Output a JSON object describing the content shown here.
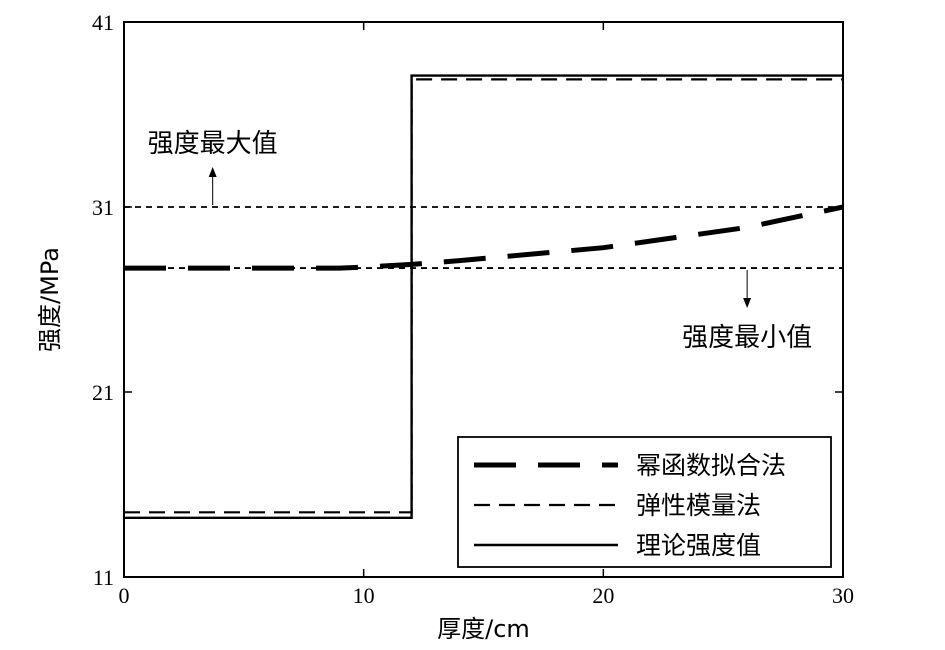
{
  "chart_data": {
    "type": "line",
    "xlabel": "厚度/cm",
    "ylabel": "强度/MPa",
    "xlim": [
      0,
      30
    ],
    "ylim": [
      11,
      41
    ],
    "xticks": [
      "0",
      "10",
      "20",
      "30"
    ],
    "yticks": [
      "11",
      "21",
      "31",
      "41"
    ],
    "grid": false,
    "legend_position": "bottom-right",
    "series": [
      {
        "name": "幂函数拟合法",
        "style": "long-dash",
        "x": [
          0,
          9,
          10,
          12,
          14,
          20,
          26,
          30
        ],
        "y": [
          27.7,
          27.7,
          27.75,
          27.9,
          28.1,
          28.8,
          29.9,
          31.0
        ]
      },
      {
        "name": "弹性模量法",
        "style": "short-dash",
        "x": [
          0,
          12,
          12,
          30
        ],
        "y": [
          14.5,
          14.5,
          37.9,
          37.9
        ]
      },
      {
        "name": "理论强度值",
        "style": "solid",
        "x": [
          0,
          12,
          12,
          30
        ],
        "y": [
          14.2,
          14.2,
          38.1,
          38.1
        ]
      }
    ],
    "reference_lines": [
      {
        "label": "强度最大值",
        "y": 31.0,
        "arrow_x": 3.7,
        "arrow_direction": "up"
      },
      {
        "label": "强度最小值",
        "y": 27.7,
        "arrow_x": 26.0,
        "arrow_direction": "down"
      }
    ]
  }
}
